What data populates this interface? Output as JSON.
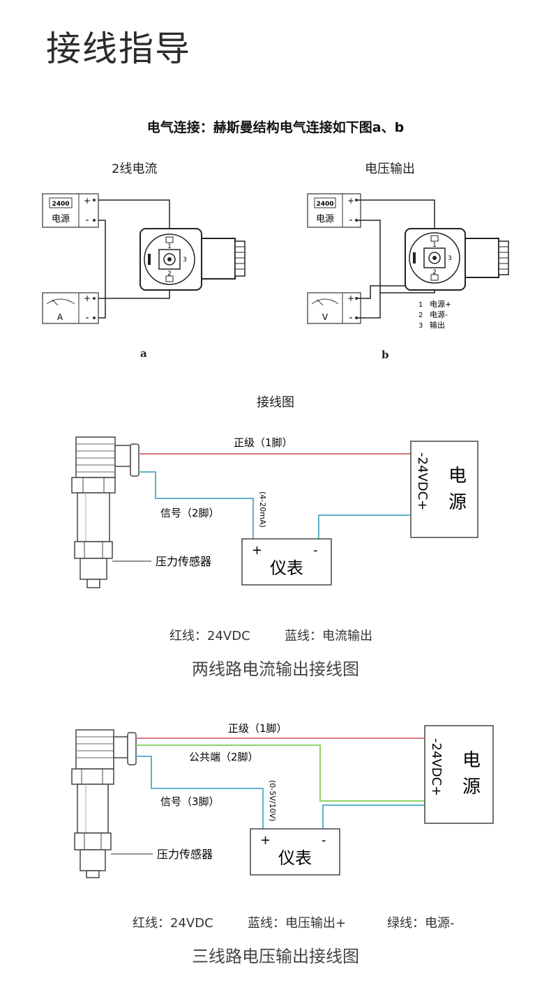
{
  "page": {
    "title": "接线指导",
    "subtitle": "电气连接：赫斯曼结构电气连接如下图a、b"
  },
  "top_diagrams": {
    "left_caption": "2线电流",
    "right_caption": "电压输出",
    "left_label": "a",
    "right_label": "b",
    "display_reading": "2400",
    "power_label": "电源",
    "plus": "+",
    "minus": "-",
    "ammeter_unit": "A",
    "voltmeter_unit": "V",
    "pin1": "1",
    "pin2": "2",
    "pin3": "3",
    "pin_legend": [
      {
        "num": "1",
        "text": "电源+"
      },
      {
        "num": "2",
        "text": "电源-"
      },
      {
        "num": "3",
        "text": "输出"
      }
    ]
  },
  "wiring_section": {
    "heading": "接线图"
  },
  "two_wire": {
    "positive_label": "正级（1脚）",
    "signal_label": "信号（2脚）",
    "range_label": "(4-20mA)",
    "power_voltage": "-24VDC+",
    "power_char1": "电",
    "power_char2": "源",
    "meter_label": "仪表",
    "sensor_label": "压力传感器",
    "legend_red": "红线：24VDC",
    "legend_blue": "蓝线：电流输出",
    "title": "两线路电流输出接线图",
    "colors": {
      "red": "#d9777b",
      "blue": "#5fb3c9"
    }
  },
  "three_wire": {
    "positive_label": "正级（1脚）",
    "common_label": "公共端（2脚）",
    "signal_label": "信号（3脚）",
    "range_label": "(0-5V/10V)",
    "power_voltage": "-24VDC+",
    "power_char1": "电",
    "power_char2": "源",
    "meter_label": "仪表",
    "sensor_label": "压力传感器",
    "legend_red": "红线：24VDC",
    "legend_blue": "蓝线：电压输出+",
    "legend_green": "绿线：电源-",
    "title": "三线路电压输出接线图",
    "colors": {
      "red": "#d9777b",
      "blue": "#5fb3c9",
      "green": "#8fd16a"
    }
  }
}
